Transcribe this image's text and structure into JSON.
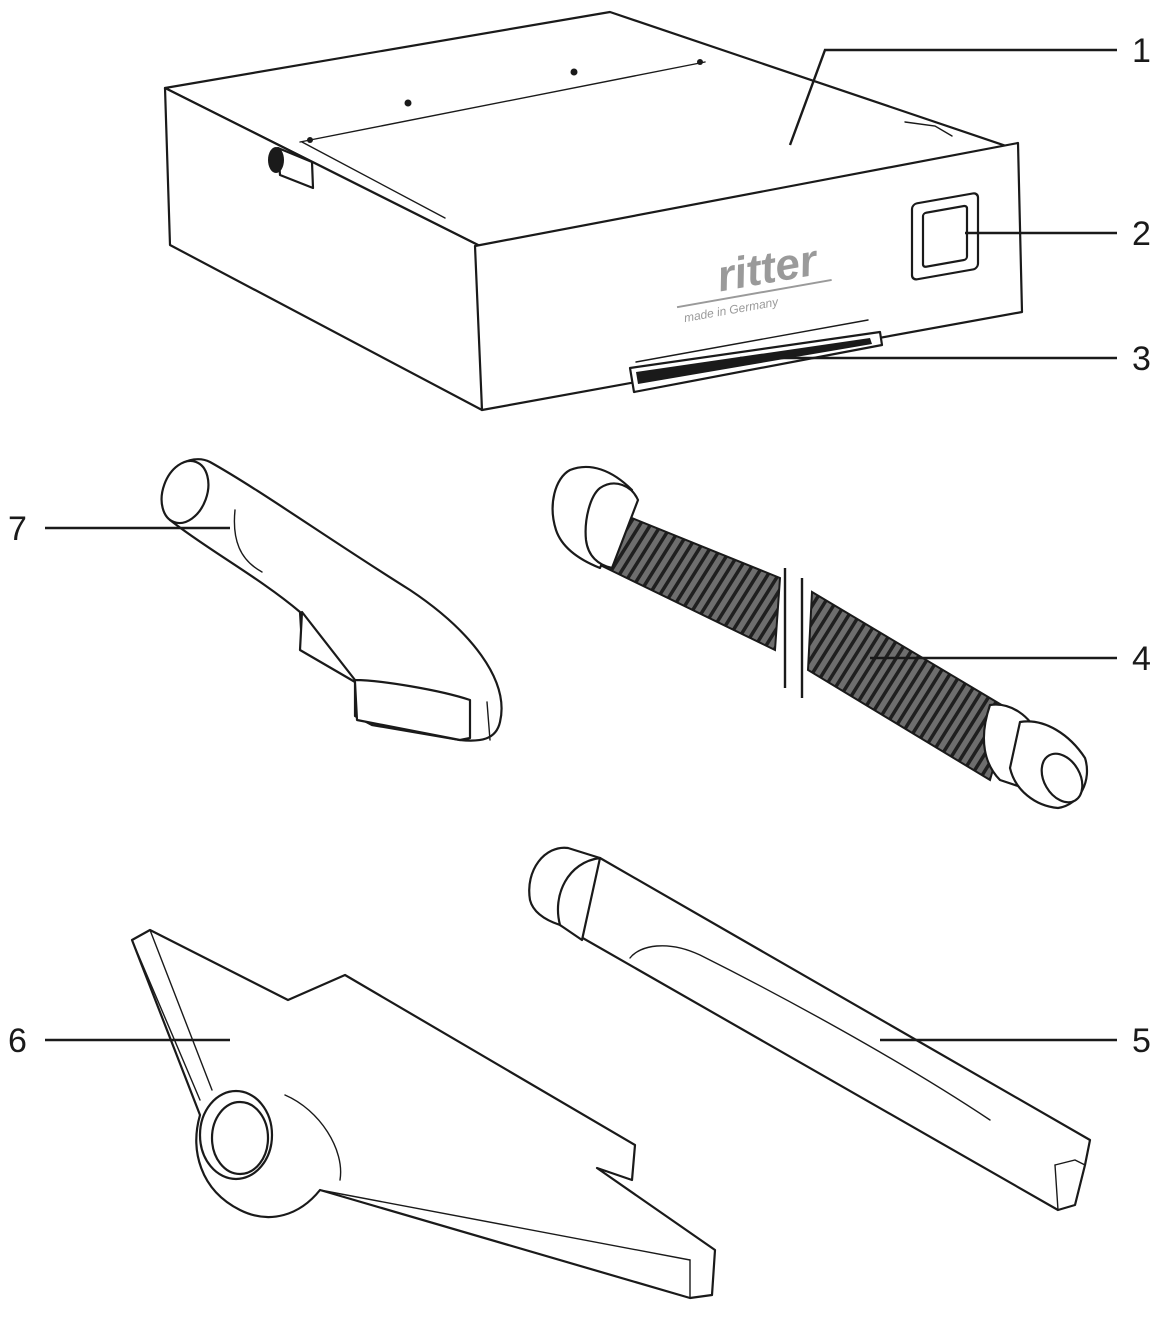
{
  "product": {
    "brand": "ritter",
    "brand_subtitle": "made in Germany"
  },
  "callouts": [
    {
      "id": "1",
      "label": "1"
    },
    {
      "id": "2",
      "label": "2"
    },
    {
      "id": "3",
      "label": "3"
    },
    {
      "id": "4",
      "label": "4"
    },
    {
      "id": "5",
      "label": "5"
    },
    {
      "id": "6",
      "label": "6"
    },
    {
      "id": "7",
      "label": "7"
    }
  ],
  "colors": {
    "ink": "#1a1a1a",
    "brand_gray": "#9a9a9a",
    "background": "#ffffff"
  }
}
